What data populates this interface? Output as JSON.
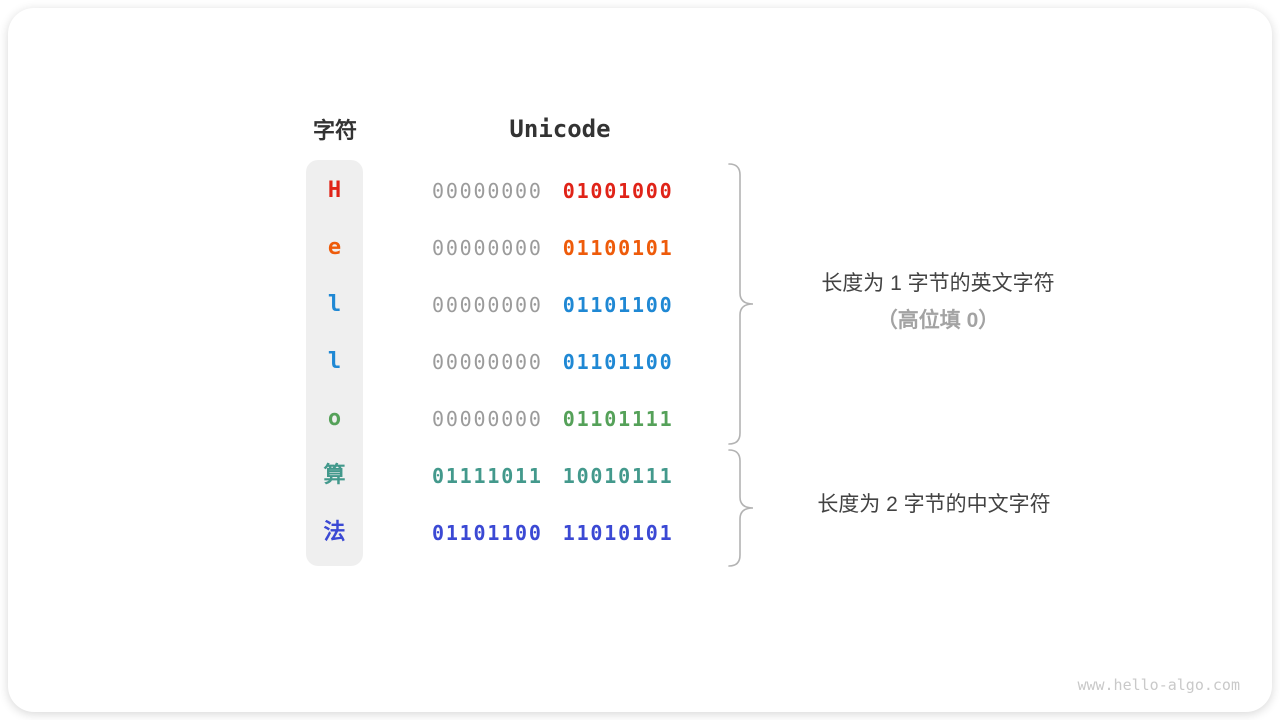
{
  "table": {
    "char_header": "字符",
    "unicode_header": "Unicode",
    "rows": [
      {
        "char": "H",
        "char_color": "#e02318",
        "bytes": [
          {
            "text": "00000000",
            "color": "#9b9b9b",
            "bold": false
          },
          {
            "text": "01001000",
            "color": "#e02318",
            "bold": true
          }
        ]
      },
      {
        "char": "e",
        "char_color": "#ee5b0a",
        "bytes": [
          {
            "text": "00000000",
            "color": "#9b9b9b",
            "bold": false
          },
          {
            "text": "01100101",
            "color": "#ee5b0a",
            "bold": true
          }
        ]
      },
      {
        "char": "l",
        "char_color": "#1f88d4",
        "bytes": [
          {
            "text": "00000000",
            "color": "#9b9b9b",
            "bold": false
          },
          {
            "text": "01101100",
            "color": "#1f88d4",
            "bold": true
          }
        ]
      },
      {
        "char": "l",
        "char_color": "#1f88d4",
        "bytes": [
          {
            "text": "00000000",
            "color": "#9b9b9b",
            "bold": false
          },
          {
            "text": "01101100",
            "color": "#1f88d4",
            "bold": true
          }
        ]
      },
      {
        "char": "o",
        "char_color": "#55a159",
        "bytes": [
          {
            "text": "00000000",
            "color": "#9b9b9b",
            "bold": false
          },
          {
            "text": "01101111",
            "color": "#55a159",
            "bold": true
          }
        ]
      },
      {
        "char": "算",
        "char_color": "#43998c",
        "bytes": [
          {
            "text": "01111011",
            "color": "#43998c",
            "bold": true
          },
          {
            "text": "10010111",
            "color": "#43998c",
            "bold": true
          }
        ]
      },
      {
        "char": "法",
        "char_color": "#3b49d4",
        "bytes": [
          {
            "text": "01101100",
            "color": "#3b49d4",
            "bold": true
          },
          {
            "text": "11010101",
            "color": "#3b49d4",
            "bold": true
          }
        ]
      }
    ]
  },
  "annotations": {
    "english": {
      "line1": "长度为 1 字节的英文字符",
      "line2": "（高位填 0）"
    },
    "chinese": {
      "line1": "长度为 2 字节的中文字符"
    }
  },
  "watermark": "www.hello-algo.com",
  "palette": {
    "brace": "#b3b3b3",
    "row_strip_bg": "#efefef",
    "muted_binary": "#9b9b9b",
    "annotation_muted": "#a3a3a3",
    "heading": "#333333"
  }
}
